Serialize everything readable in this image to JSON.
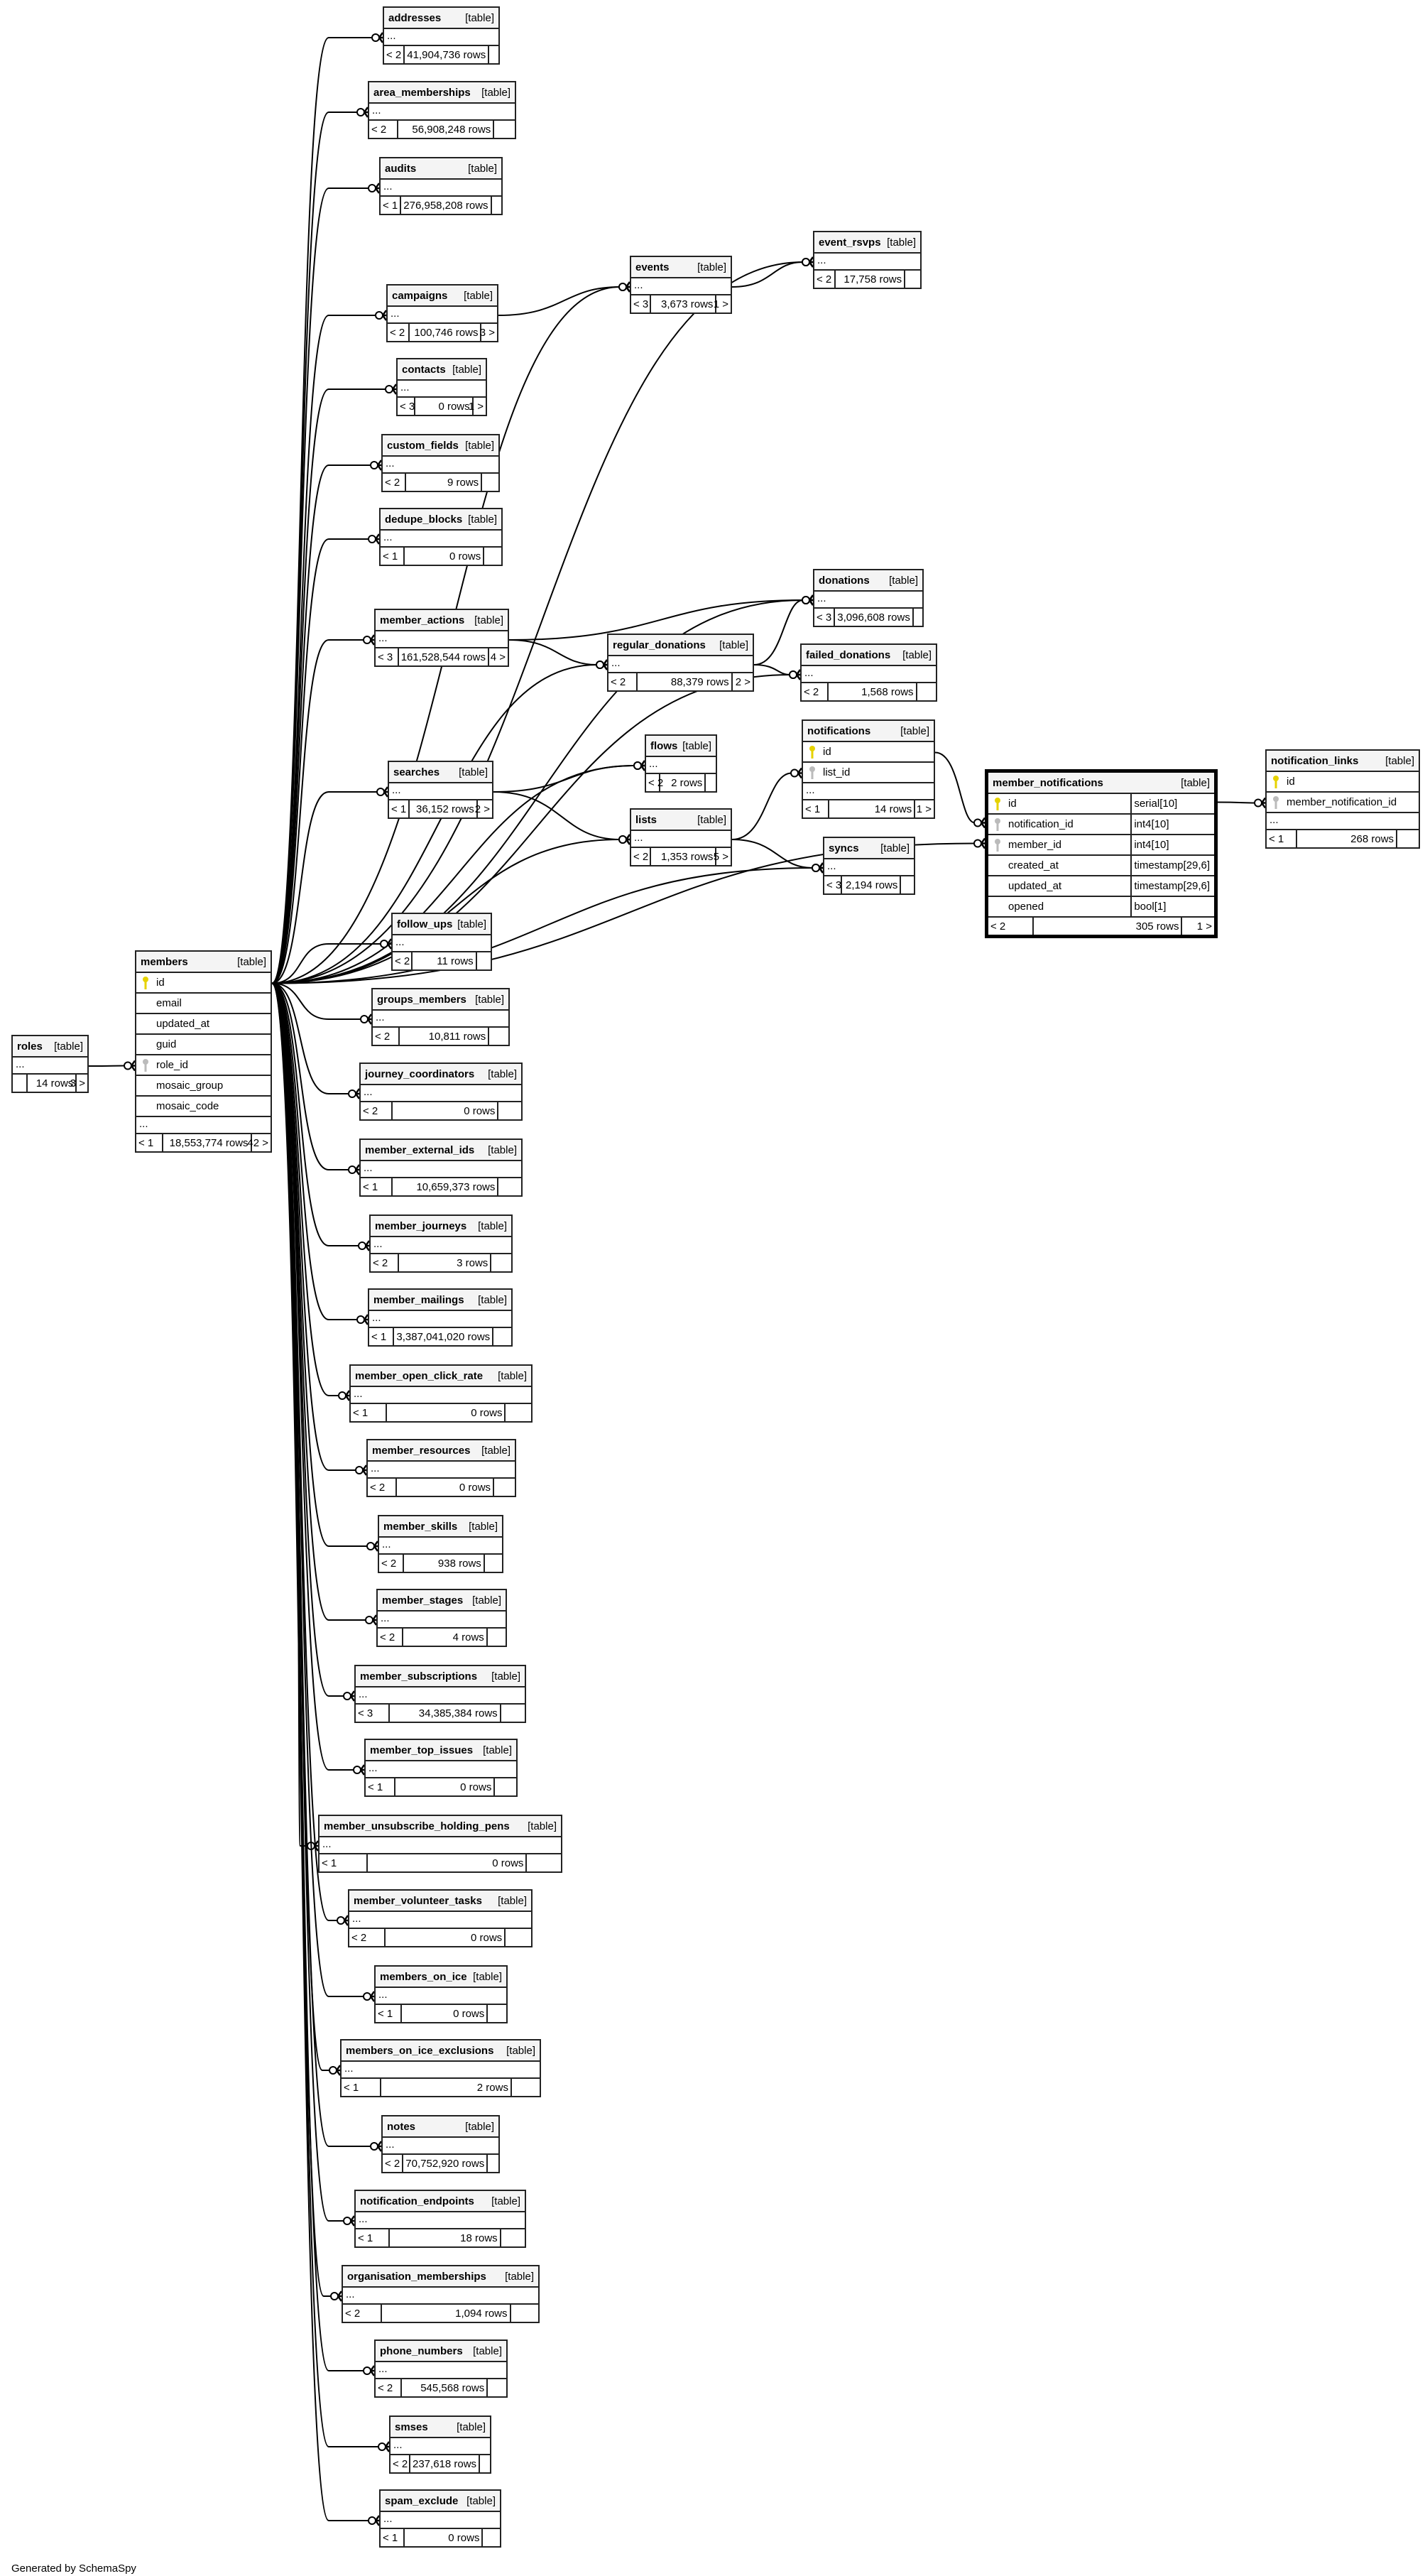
{
  "footer_text": "Generated by SchemaSpy",
  "colors": {
    "pk_key": "#e6d200",
    "fk_key": "#bbbbbb",
    "line": "#000000",
    "header_bg": "#f4f4f4"
  },
  "tables": [
    {
      "name": "addresses",
      "tag": "[table]",
      "more": "...",
      "footer": [
        "< 2",
        "41,904,736 rows",
        ""
      ]
    },
    {
      "name": "area_memberships",
      "tag": "[table]",
      "more": "...",
      "footer": [
        "< 2",
        "56,908,248 rows",
        ""
      ]
    },
    {
      "name": "audits",
      "tag": "[table]",
      "more": "...",
      "footer": [
        "< 1",
        "276,958,208 rows",
        ""
      ]
    },
    {
      "name": "campaigns",
      "tag": "[table]",
      "more": "...",
      "footer": [
        "< 2",
        "100,746 rows",
        "3 >"
      ]
    },
    {
      "name": "contacts",
      "tag": "[table]",
      "more": "...",
      "footer": [
        "< 3",
        "0 rows",
        "1 >"
      ]
    },
    {
      "name": "custom_fields",
      "tag": "[table]",
      "more": "...",
      "footer": [
        "< 2",
        "9 rows",
        ""
      ]
    },
    {
      "name": "dedupe_blocks",
      "tag": "[table]",
      "more": "...",
      "footer": [
        "< 1",
        "0 rows",
        ""
      ]
    },
    {
      "name": "member_actions",
      "tag": "[table]",
      "more": "...",
      "footer": [
        "< 3",
        "161,528,544 rows",
        "4 >"
      ]
    },
    {
      "name": "searches",
      "tag": "[table]",
      "more": "...",
      "footer": [
        "< 1",
        "36,152 rows",
        "2 >"
      ]
    },
    {
      "name": "follow_ups",
      "tag": "[table]",
      "more": "...",
      "footer": [
        "< 2",
        "11 rows",
        ""
      ]
    },
    {
      "name": "groups_members",
      "tag": "[table]",
      "more": "...",
      "footer": [
        "< 2",
        "10,811 rows",
        ""
      ]
    },
    {
      "name": "journey_coordinators",
      "tag": "[table]",
      "more": "...",
      "footer": [
        "< 2",
        "0 rows",
        ""
      ]
    },
    {
      "name": "member_external_ids",
      "tag": "[table]",
      "more": "...",
      "footer": [
        "< 1",
        "10,659,373 rows",
        ""
      ]
    },
    {
      "name": "member_journeys",
      "tag": "[table]",
      "more": "...",
      "footer": [
        "< 2",
        "3 rows",
        ""
      ]
    },
    {
      "name": "member_mailings",
      "tag": "[table]",
      "more": "...",
      "footer": [
        "< 1",
        "3,387,041,020 rows",
        ""
      ]
    },
    {
      "name": "member_open_click_rate",
      "tag": "[table]",
      "more": "...",
      "footer": [
        "< 1",
        "0 rows",
        ""
      ]
    },
    {
      "name": "member_resources",
      "tag": "[table]",
      "more": "...",
      "footer": [
        "< 2",
        "0 rows",
        ""
      ]
    },
    {
      "name": "member_skills",
      "tag": "[table]",
      "more": "...",
      "footer": [
        "< 2",
        "938 rows",
        ""
      ]
    },
    {
      "name": "member_stages",
      "tag": "[table]",
      "more": "...",
      "footer": [
        "< 2",
        "4 rows",
        ""
      ]
    },
    {
      "name": "member_subscriptions",
      "tag": "[table]",
      "more": "...",
      "footer": [
        "< 3",
        "34,385,384 rows",
        ""
      ]
    },
    {
      "name": "member_top_issues",
      "tag": "[table]",
      "more": "...",
      "footer": [
        "< 1",
        "0 rows",
        ""
      ]
    },
    {
      "name": "member_unsubscribe_holding_pens",
      "tag": "[table]",
      "more": "...",
      "footer": [
        "< 1",
        "0 rows",
        ""
      ]
    },
    {
      "name": "member_volunteer_tasks",
      "tag": "[table]",
      "more": "...",
      "footer": [
        "< 2",
        "0 rows",
        ""
      ]
    },
    {
      "name": "members_on_ice",
      "tag": "[table]",
      "more": "...",
      "footer": [
        "< 1",
        "0 rows",
        ""
      ]
    },
    {
      "name": "members_on_ice_exclusions",
      "tag": "[table]",
      "more": "...",
      "footer": [
        "< 1",
        "2 rows",
        ""
      ]
    },
    {
      "name": "notes",
      "tag": "[table]",
      "more": "...",
      "footer": [
        "< 2",
        "70,752,920 rows",
        ""
      ]
    },
    {
      "name": "notification_endpoints",
      "tag": "[table]",
      "more": "...",
      "footer": [
        "< 1",
        "18 rows",
        ""
      ]
    },
    {
      "name": "organisation_memberships",
      "tag": "[table]",
      "more": "...",
      "footer": [
        "< 2",
        "1,094 rows",
        ""
      ]
    },
    {
      "name": "phone_numbers",
      "tag": "[table]",
      "more": "...",
      "footer": [
        "< 2",
        "545,568 rows",
        ""
      ]
    },
    {
      "name": "smses",
      "tag": "[table]",
      "more": "...",
      "footer": [
        "< 2",
        "237,618 rows",
        ""
      ]
    },
    {
      "name": "spam_exclude",
      "tag": "[table]",
      "more": "...",
      "footer": [
        "< 1",
        "0 rows",
        ""
      ]
    },
    {
      "name": "events",
      "tag": "[table]",
      "more": "...",
      "footer": [
        "< 3",
        "3,673 rows",
        "1 >"
      ]
    },
    {
      "name": "event_rsvps",
      "tag": "[table]",
      "more": "...",
      "footer": [
        "< 2",
        "17,758 rows",
        ""
      ]
    },
    {
      "name": "donations",
      "tag": "[table]",
      "more": "...",
      "footer": [
        "< 3",
        "3,096,608 rows",
        ""
      ]
    },
    {
      "name": "regular_donations",
      "tag": "[table]",
      "more": "...",
      "footer": [
        "< 2",
        "88,379 rows",
        "2 >"
      ]
    },
    {
      "name": "failed_donations",
      "tag": "[table]",
      "more": "...",
      "footer": [
        "< 2",
        "1,568 rows",
        ""
      ]
    },
    {
      "name": "flows",
      "tag": "[table]",
      "more": "...",
      "footer": [
        "< 2",
        "2 rows",
        ""
      ]
    },
    {
      "name": "lists",
      "tag": "[table]",
      "more": "...",
      "footer": [
        "< 2",
        "1,353 rows",
        "5 >"
      ]
    },
    {
      "name": "notifications",
      "tag": "[table]",
      "columns": [
        {
          "name": "id",
          "key": "pk"
        },
        {
          "name": "list_id",
          "key": "fk"
        }
      ],
      "more": "...",
      "footer": [
        "< 1",
        "14 rows",
        "1 >"
      ]
    },
    {
      "name": "syncs",
      "tag": "[table]",
      "more": "...",
      "footer": [
        "< 3",
        "2,194 rows",
        ""
      ]
    },
    {
      "name": "member_notifications",
      "tag": "[table]",
      "focus": true,
      "columns": [
        {
          "name": "id",
          "key": "pk",
          "type": "serial[10]"
        },
        {
          "name": "notification_id",
          "key": "fk",
          "type": "int4[10]"
        },
        {
          "name": "member_id",
          "key": "fk",
          "type": "int4[10]"
        },
        {
          "name": "created_at",
          "key": "",
          "type": "timestamp[29,6]"
        },
        {
          "name": "updated_at",
          "key": "",
          "type": "timestamp[29,6]"
        },
        {
          "name": "opened",
          "key": "",
          "type": "bool[1]"
        }
      ],
      "footer": [
        "< 2",
        "305 rows",
        "1 >"
      ]
    },
    {
      "name": "notification_links",
      "tag": "[table]",
      "columns": [
        {
          "name": "id",
          "key": "pk"
        },
        {
          "name": "member_notification_id",
          "key": "fk"
        }
      ],
      "more": "...",
      "footer": [
        "< 1",
        "268 rows",
        ""
      ]
    },
    {
      "name": "members",
      "tag": "[table]",
      "columns": [
        {
          "name": "id",
          "key": "pk"
        },
        {
          "name": "email",
          "key": ""
        },
        {
          "name": "updated_at",
          "key": ""
        },
        {
          "name": "guid",
          "key": ""
        },
        {
          "name": "role_id",
          "key": "fk"
        },
        {
          "name": "mosaic_group",
          "key": ""
        },
        {
          "name": "mosaic_code",
          "key": ""
        }
      ],
      "more": "...",
      "footer": [
        "< 1",
        "18,553,774 rows",
        "42 >"
      ]
    },
    {
      "name": "roles",
      "tag": "[table]",
      "more": "...",
      "footer": [
        "",
        "14 rows",
        "3 >"
      ]
    }
  ],
  "relationships": [
    [
      "members",
      "addresses"
    ],
    [
      "members",
      "area_memberships"
    ],
    [
      "members",
      "audits"
    ],
    [
      "members",
      "campaigns"
    ],
    [
      "members",
      "contacts"
    ],
    [
      "members",
      "custom_fields"
    ],
    [
      "members",
      "dedupe_blocks"
    ],
    [
      "members",
      "member_actions"
    ],
    [
      "members",
      "searches"
    ],
    [
      "members",
      "follow_ups"
    ],
    [
      "members",
      "groups_members"
    ],
    [
      "members",
      "journey_coordinators"
    ],
    [
      "members",
      "member_external_ids"
    ],
    [
      "members",
      "member_journeys"
    ],
    [
      "members",
      "member_mailings"
    ],
    [
      "members",
      "member_open_click_rate"
    ],
    [
      "members",
      "member_resources"
    ],
    [
      "members",
      "member_skills"
    ],
    [
      "members",
      "member_stages"
    ],
    [
      "members",
      "member_subscriptions"
    ],
    [
      "members",
      "member_top_issues"
    ],
    [
      "members",
      "member_unsubscribe_holding_pens"
    ],
    [
      "members",
      "member_volunteer_tasks"
    ],
    [
      "members",
      "members_on_ice"
    ],
    [
      "members",
      "members_on_ice_exclusions"
    ],
    [
      "members",
      "notes"
    ],
    [
      "members",
      "notification_endpoints"
    ],
    [
      "members",
      "organisation_memberships"
    ],
    [
      "members",
      "phone_numbers"
    ],
    [
      "members",
      "smses"
    ],
    [
      "members",
      "spam_exclude"
    ],
    [
      "members",
      "events"
    ],
    [
      "members",
      "event_rsvps"
    ],
    [
      "campaigns",
      "events"
    ],
    [
      "events",
      "event_rsvps"
    ],
    [
      "members",
      "donations"
    ],
    [
      "member_actions",
      "donations"
    ],
    [
      "member_actions",
      "regular_donations"
    ],
    [
      "members",
      "regular_donations"
    ],
    [
      "regular_donations",
      "donations"
    ],
    [
      "regular_donations",
      "failed_donations"
    ],
    [
      "members",
      "failed_donations"
    ],
    [
      "members",
      "flows"
    ],
    [
      "searches",
      "flows"
    ],
    [
      "members",
      "lists"
    ],
    [
      "searches",
      "lists"
    ],
    [
      "lists",
      "notifications",
      "",
      "list_id"
    ],
    [
      "lists",
      "syncs"
    ],
    [
      "members",
      "syncs"
    ],
    [
      "notifications",
      "member_notifications",
      "id",
      "notification_id"
    ],
    [
      "members",
      "member_notifications",
      "id",
      "member_id"
    ],
    [
      "member_notifications",
      "notification_links",
      "id",
      "member_notification_id"
    ],
    [
      "roles",
      "members",
      "",
      "role_id"
    ]
  ]
}
